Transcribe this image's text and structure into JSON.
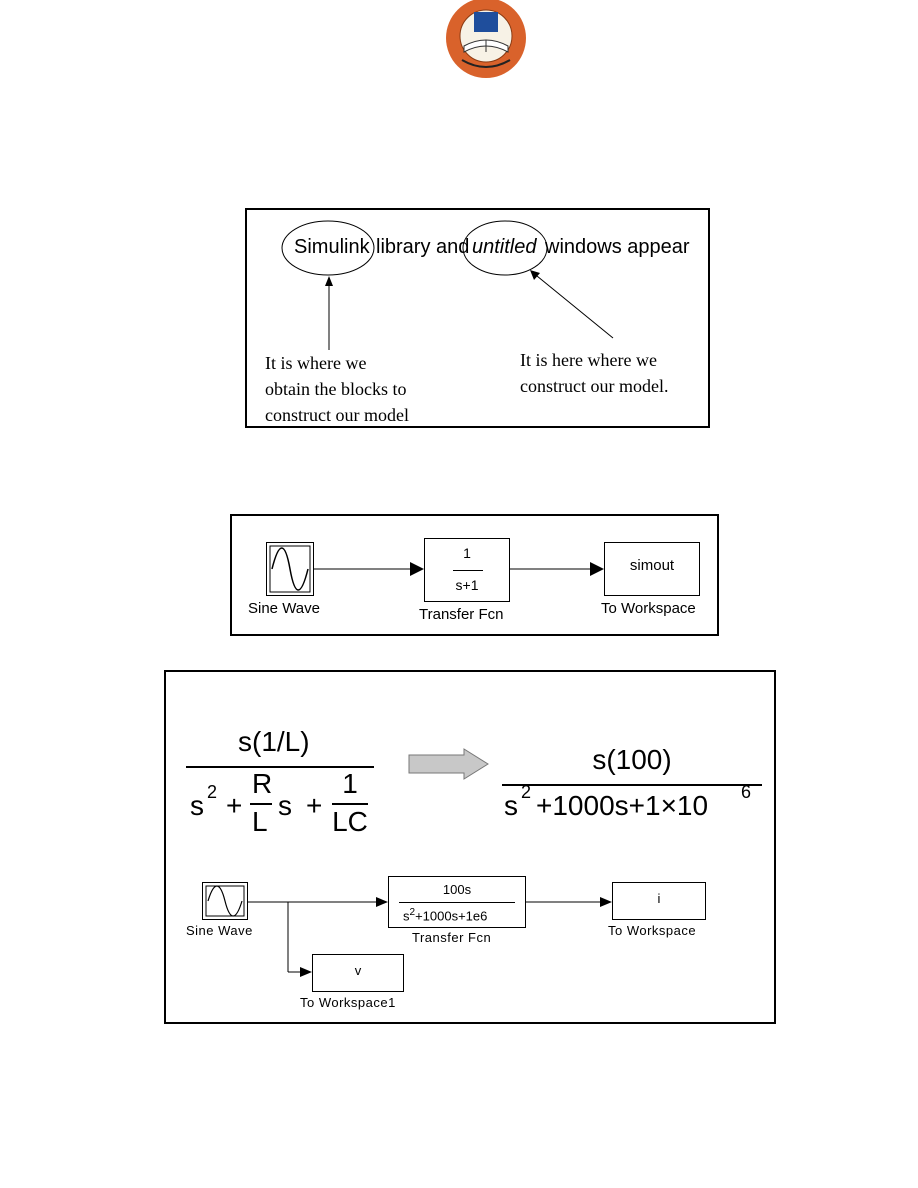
{
  "logo": {
    "name": "university-seal",
    "colors": {
      "ring": "#d9622b",
      "center": "#1f4e9c"
    }
  },
  "panel1": {
    "callout1": "Simulink",
    "middle_text": "library and",
    "callout2": "untitled",
    "end_text": "windows appear",
    "note_left": [
      "It is where we",
      "obtain the blocks to",
      "construct our model"
    ],
    "note_right": [
      "It is here where we",
      "construct our model."
    ]
  },
  "panel2": {
    "sine_label": "Sine Wave",
    "tf_numerator": "1",
    "tf_denominator": "s+1",
    "tf_label": "Transfer Fcn",
    "ws_value": "simout",
    "ws_label": "To Workspace"
  },
  "panel3": {
    "eq_left": {
      "numerator": "s(1/L)",
      "s2": "s",
      "sup2": "2",
      "plus1": "+",
      "R": "R",
      "L": "L",
      "s": "s",
      "plus2": "+",
      "one": "1",
      "LC": "LC"
    },
    "eq_right": {
      "numerator": "s(100)",
      "s2": "s",
      "sup2": "2",
      "rest": "+1000s+1×10",
      "sup6": "6"
    },
    "arrow_color": "#c8c8c8",
    "sine_label": "Sine Wave",
    "tf_numerator": "100s",
    "tf_den_s": "s",
    "tf_den_sup": "2",
    "tf_den_rest": "+1000s+1e6",
    "tf_label": "Transfer Fcn",
    "ws1_value": "i",
    "ws1_label": "To Workspace",
    "ws2_value": "v",
    "ws2_label": "To Workspace1"
  }
}
